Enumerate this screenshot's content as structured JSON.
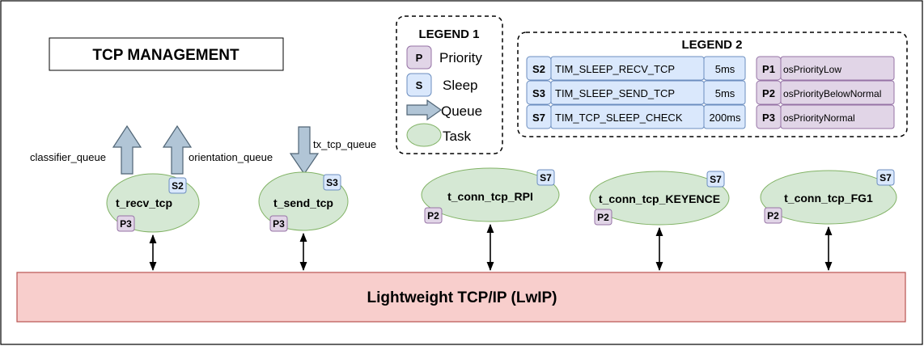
{
  "title": "TCP MANAGEMENT",
  "legend1": {
    "title": "LEGEND 1",
    "items": [
      {
        "badge": "P",
        "label": "Priority"
      },
      {
        "badge": "S",
        "label": "Sleep"
      },
      {
        "label": "Queue"
      },
      {
        "label": "Task"
      }
    ]
  },
  "legend2": {
    "title": "LEGEND 2",
    "sleeps": [
      {
        "id": "S2",
        "name": "TIM_SLEEP_RECV_TCP",
        "value": "5ms"
      },
      {
        "id": "S3",
        "name": "TIM_SLEEP_SEND_TCP",
        "value": "5ms"
      },
      {
        "id": "S7",
        "name": "TIM_TCP_SLEEP_CHECK",
        "value": "200ms"
      }
    ],
    "priorities": [
      {
        "id": "P1",
        "name": "osPriorityLow"
      },
      {
        "id": "P2",
        "name": "osPriorityBelowNormal"
      },
      {
        "id": "P3",
        "name": "osPriorityNormal"
      }
    ]
  },
  "queues": {
    "classifier": "classifier_queue",
    "orientation": "orientation_queue",
    "tx": "tx_tcp_queue"
  },
  "tasks": [
    {
      "name": "t_recv_tcp",
      "sleep": "S2",
      "priority": "P3"
    },
    {
      "name": "t_send_tcp",
      "sleep": "S3",
      "priority": "P3"
    },
    {
      "name": "t_conn_tcp_RPI",
      "sleep": "S7",
      "priority": "P2"
    },
    {
      "name": "t_conn_tcp_KEYENCE",
      "sleep": "S7",
      "priority": "P2"
    },
    {
      "name": "t_conn_tcp_FG1",
      "sleep": "S7",
      "priority": "P2"
    }
  ],
  "stack": {
    "label": "Lightweight TCP/IP (LwIP)"
  },
  "colors": {
    "task_fill": "#d5e8d4",
    "task_stroke": "#82b366",
    "sleep_fill": "#dae8fc",
    "sleep_stroke": "#6c8ebf",
    "priority_fill": "#e1d5e7",
    "priority_stroke": "#9673a6",
    "queue_fill": "#b1c5d6",
    "queue_stroke": "#4f6475",
    "stack_fill": "#f8cecc",
    "stack_stroke": "#b85450"
  }
}
